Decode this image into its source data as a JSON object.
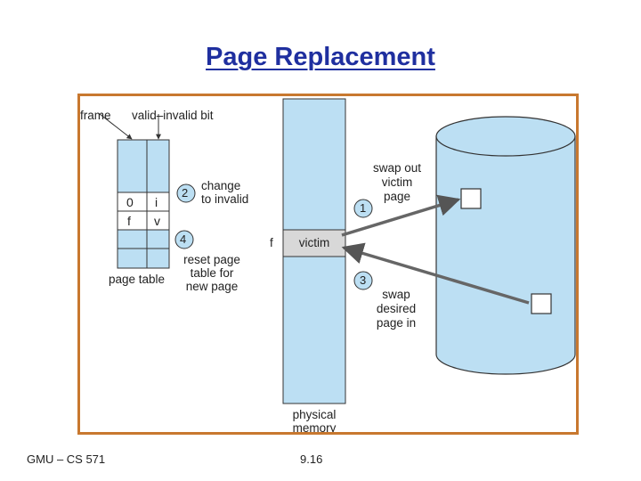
{
  "title": "Page Replacement",
  "diagram": {
    "frame_label": "frame",
    "valid_invalid_label": "valid–invalid bit",
    "page_table_label": "page table",
    "rows": [
      {
        "frame": "",
        "bit": ""
      },
      {
        "frame": "0",
        "bit": "i"
      },
      {
        "frame": "f",
        "bit": "v"
      },
      {
        "frame": "",
        "bit": ""
      },
      {
        "frame": "",
        "bit": ""
      }
    ],
    "steps": [
      {
        "num": "1",
        "text": "swap out\nvictim\npage"
      },
      {
        "num": "2",
        "text": "change\nto invalid"
      },
      {
        "num": "3",
        "text": "swap\ndesired\npage in"
      },
      {
        "num": "4",
        "text": "reset page\ntable for\nnew page"
      }
    ],
    "memory_frame_label": "f",
    "victim_label": "victim",
    "physical_memory_label": "physical\nmemory",
    "colors": {
      "memory_fill": "#bcdff3",
      "victim_fill": "#d8d8d8",
      "disk_fill": "#bcdff3",
      "border": "#c8782f",
      "title": "#1f2f9f"
    }
  },
  "footer": {
    "left": "GMU – CS 571",
    "center": "9.16"
  }
}
